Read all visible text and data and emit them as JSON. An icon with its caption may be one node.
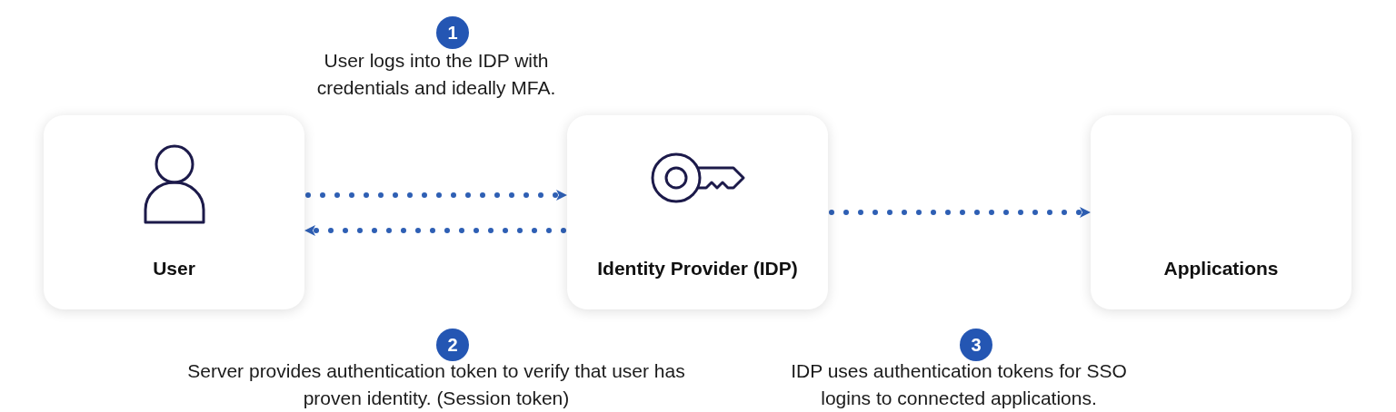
{
  "diagram": {
    "nodes": [
      {
        "text": [
          "User"
        ]
      },
      {
        "text": [
          "Identity Provider (IDP)"
        ]
      },
      {
        "text": [
          "Applications"
        ]
      }
    ],
    "edges": [
      {
        "from": 0,
        "to": 1,
        "arrow": "to"
      },
      {
        "from": 1,
        "to": 0,
        "arrow": "to"
      },
      {
        "from": 1,
        "to": 2,
        "arrow": "to"
      }
    ],
    "labels": [
      "1",
      "User logs into the IDP with credentials and ideally MFA.",
      "2",
      "Server provides authentication token to verify that user has proven identity. (Session token)",
      "3",
      "IDP uses authentication tokens for SSO logins to connected applications."
    ]
  }
}
